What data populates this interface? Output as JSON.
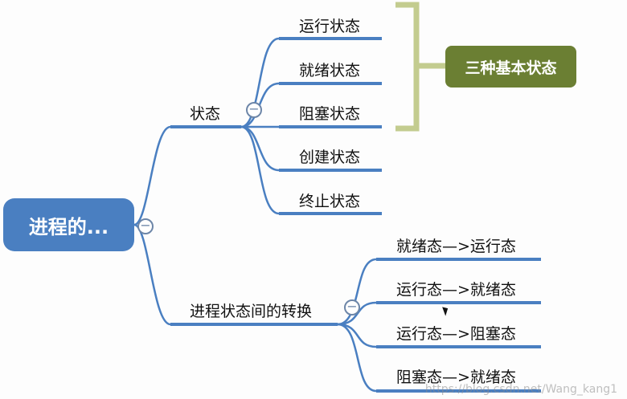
{
  "root": {
    "label": "进程的..."
  },
  "branches": [
    {
      "label": "状态",
      "children": [
        "运行状态",
        "就绪状态",
        "阻塞状态",
        "创建状态",
        "终止状态"
      ]
    },
    {
      "label": "进程状态间的转换",
      "children": [
        "就绪态—>运行态",
        "运行态—>就绪态",
        "运行态—>阻塞态",
        "阻塞态—>就绪态"
      ]
    }
  ],
  "group_tag": {
    "label": "三种基本状态"
  },
  "collapse_symbol": "−",
  "watermark": "https://blog.csdn.net/Wang_kang1",
  "colors": {
    "node_blue": "#4a7fc1",
    "tag_olive": "#6b7f33",
    "bracket": "#c3cc8f"
  }
}
